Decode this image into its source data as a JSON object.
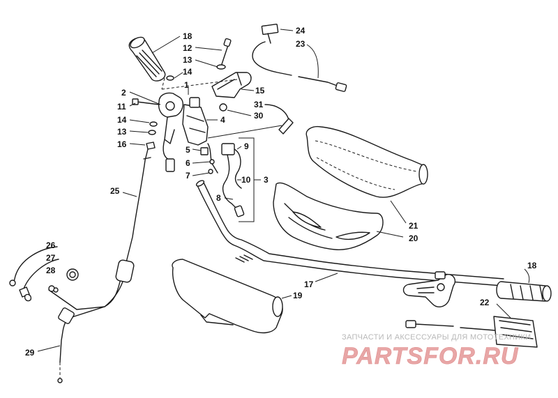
{
  "callouts": [
    {
      "id": "p18a",
      "text": "18"
    },
    {
      "id": "p24",
      "text": "24"
    },
    {
      "id": "p12",
      "text": "12"
    },
    {
      "id": "p23",
      "text": "23"
    },
    {
      "id": "p13a",
      "text": "13"
    },
    {
      "id": "p14a",
      "text": "14"
    },
    {
      "id": "p1",
      "text": "1"
    },
    {
      "id": "p15",
      "text": "15"
    },
    {
      "id": "p2",
      "text": "2"
    },
    {
      "id": "p11",
      "text": "11"
    },
    {
      "id": "p31",
      "text": "31"
    },
    {
      "id": "p30",
      "text": "30"
    },
    {
      "id": "p14b",
      "text": "14"
    },
    {
      "id": "p4",
      "text": "4"
    },
    {
      "id": "p13b",
      "text": "13"
    },
    {
      "id": "p16",
      "text": "16"
    },
    {
      "id": "p9",
      "text": "9"
    },
    {
      "id": "p5",
      "text": "5"
    },
    {
      "id": "p6",
      "text": "6"
    },
    {
      "id": "p7",
      "text": "7"
    },
    {
      "id": "p10",
      "text": "10"
    },
    {
      "id": "p3",
      "text": "3"
    },
    {
      "id": "p8",
      "text": "8"
    },
    {
      "id": "p25",
      "text": "25"
    },
    {
      "id": "p21",
      "text": "21"
    },
    {
      "id": "p20",
      "text": "20"
    },
    {
      "id": "p26",
      "text": "26"
    },
    {
      "id": "p27",
      "text": "27"
    },
    {
      "id": "p28",
      "text": "28"
    },
    {
      "id": "p18b",
      "text": "18"
    },
    {
      "id": "p17",
      "text": "17"
    },
    {
      "id": "p19",
      "text": "19"
    },
    {
      "id": "p22",
      "text": "22"
    },
    {
      "id": "p29",
      "text": "29"
    }
  ],
  "watermark": {
    "caption": "ЗАПЧАСТИ И АКСЕССУАРЫ ДЛЯ МОТОТЕХНИКИ",
    "logo_text": "PARTSFOR.RU",
    "logo_color": "#e8a6a6"
  }
}
